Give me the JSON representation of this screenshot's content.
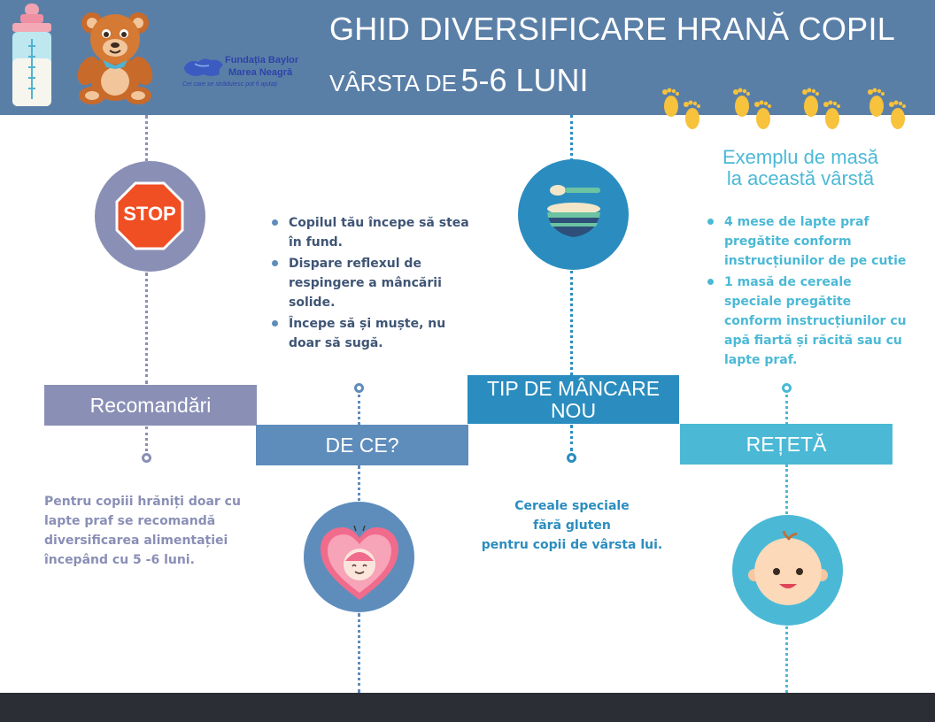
{
  "colors": {
    "header": "#5a7fa7",
    "purple": "#8a8fb6",
    "blue": "#5e8dbc",
    "teal": "#2b8dbf",
    "cyan": "#4bb9d6",
    "dark_text": "#3f5575",
    "footer": "#2b2e35",
    "stop_red": "#f04e23"
  },
  "header": {
    "title_line1": "GHID DIVERSIFICARE HRANĂ COPIL",
    "title_line2_prefix": "VÂRSTA DE",
    "title_line2_age": "5-6 LUNI",
    "logo": {
      "line1": "Fundația Baylor",
      "line2": "Marea Neagră",
      "tagline": "Cei care se străduiesc pot fi ajutați"
    }
  },
  "example_meal": {
    "title_line1": "Exemplu de masă",
    "title_line2": "la această vârstă",
    "items": [
      "4 mese de lapte praf pregătite conform instrucțiunilor de pe cutie",
      "1 masă de cereale speciale pregătite conform instrucțiunilor  cu apă fiartă și răcită sau cu lapte praf."
    ]
  },
  "why_bullets": [
    "Copilul tău începe să stea în fund.",
    "Dispare reflexul de respingere a mâncării solide.",
    "Începe să și muște, nu doar să sugă."
  ],
  "stop_sign_text": "STOP",
  "bands": {
    "recommendations": "Recomandări",
    "why": "DE CE?",
    "food_type": "TIP DE MÂNCARE NOU",
    "recipe": "REȚETĂ"
  },
  "recommendation_text": "Pentru copiii hrăniți doar cu lapte praf se recomandă diversificarea alimentației începând cu 5 -6 luni.",
  "food_text": {
    "line1": "Cereale speciale",
    "line2": "fără gluten",
    "line3": "pentru copii de vârsta lui."
  }
}
